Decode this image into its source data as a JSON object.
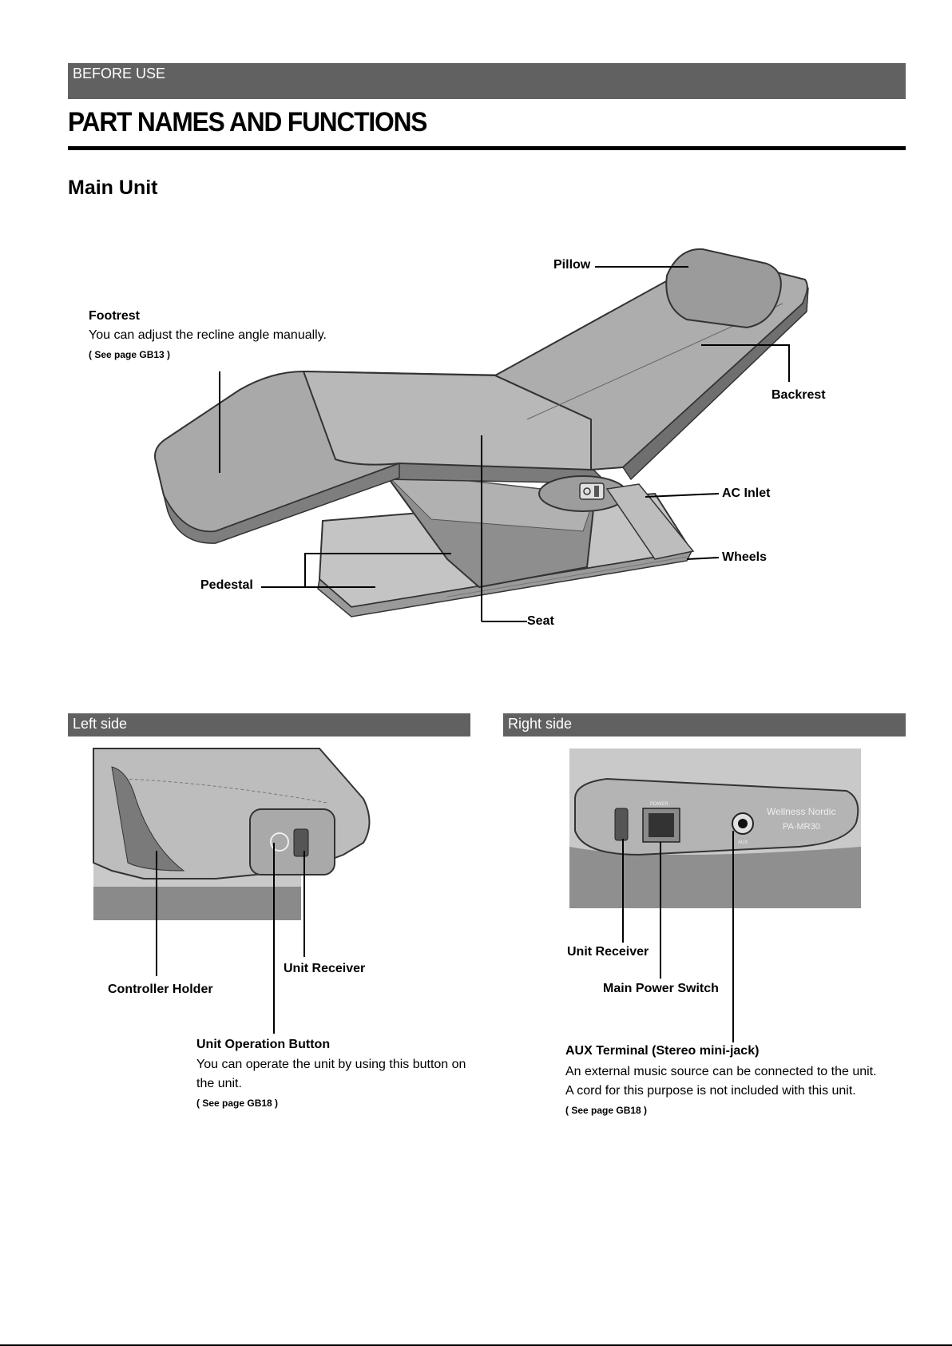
{
  "header": {
    "band": "BEFORE USE"
  },
  "page_title": "PART NAMES AND FUNCTIONS",
  "section_title": "Main Unit",
  "main_unit": {
    "pillow": "Pillow",
    "footrest": {
      "title": "Footrest",
      "text": "You can adjust the recline angle manually.",
      "ref": "( See page GB13 )"
    },
    "backrest": "Backrest",
    "ac_inlet": "AC Inlet",
    "wheels": "Wheels",
    "pedestal": "Pedestal",
    "seat": "Seat"
  },
  "left_side": {
    "band": "Left side",
    "controller_holder": "Controller Holder",
    "unit_receiver": "Unit Receiver",
    "operation_button": {
      "title": "Unit Operation Button",
      "line1": "You can operate the unit by using this button on",
      "line2": "the unit.",
      "ref": "( See page GB18 )"
    }
  },
  "right_side": {
    "band": "Right side",
    "unit_receiver": "Unit Receiver",
    "main_power_switch": "Main Power Switch",
    "power_label": "POWER",
    "brand": "Wellness Nordic",
    "model": "PA-MR30",
    "aux_label": "AUX",
    "aux": {
      "title": "AUX Terminal (Stereo mini-jack)",
      "line1": "An external music source can be connected to the unit.",
      "line2": "A cord for this purpose is not included with this unit.",
      "ref": "( See page GB18 )"
    }
  }
}
